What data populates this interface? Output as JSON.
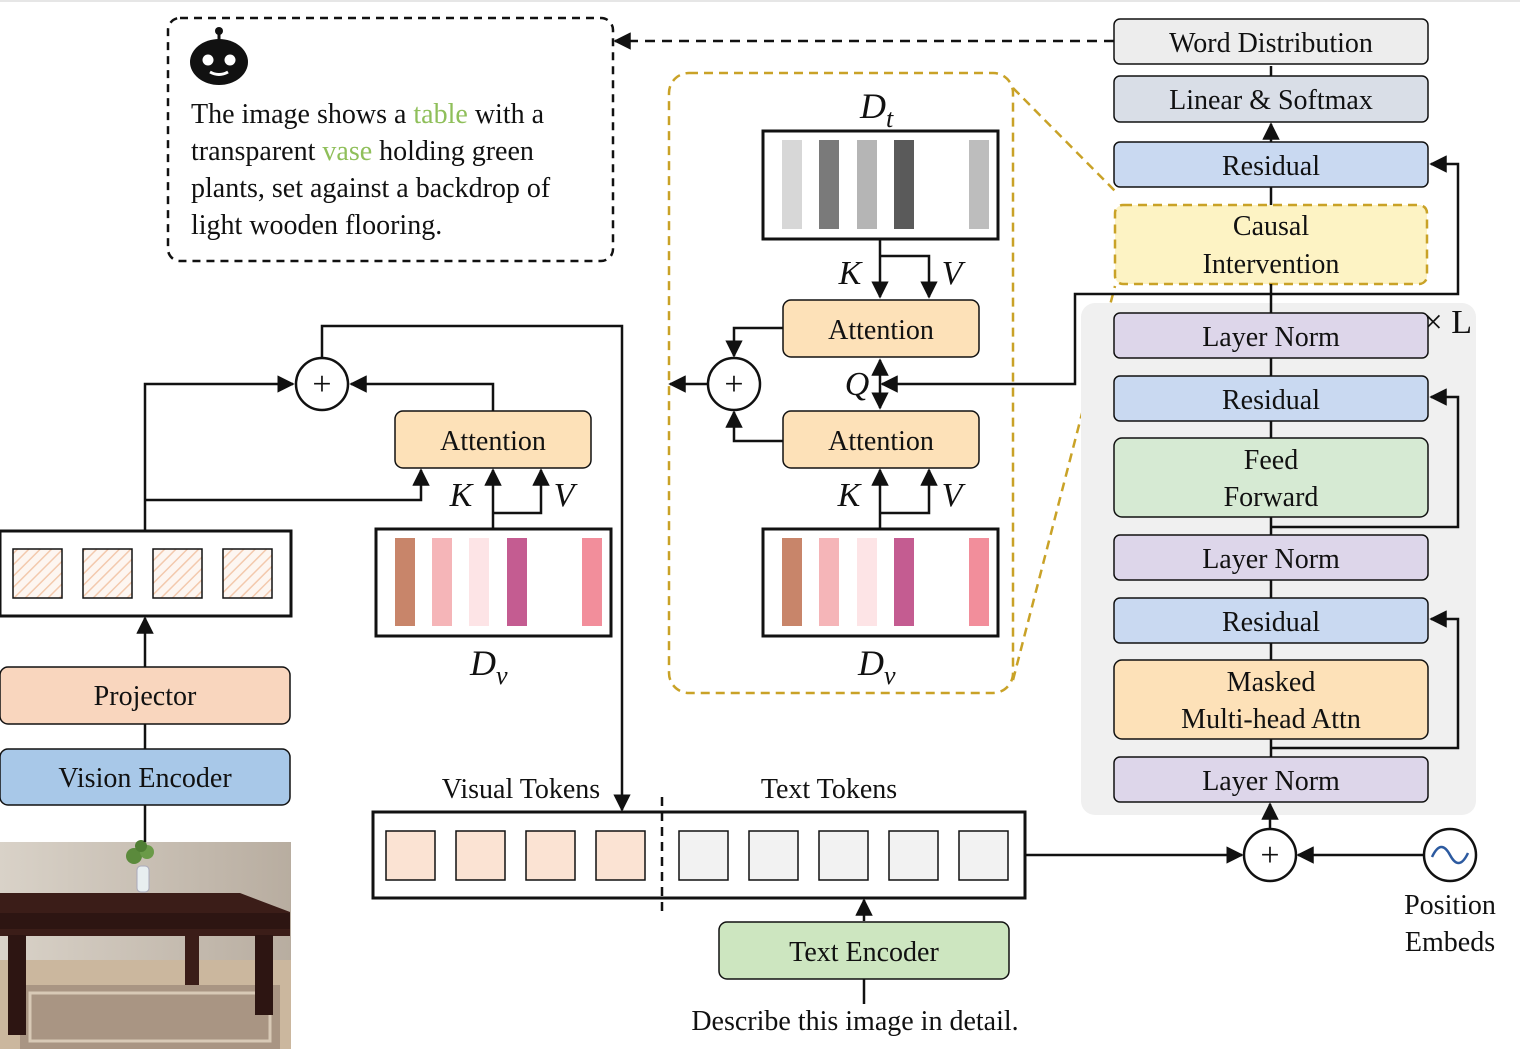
{
  "caption": {
    "line1_a": "The image shows a ",
    "line1_highlight": "table",
    "line1_b": " with a",
    "line2_a": "transparent ",
    "line2_highlight": "vase",
    "line2_b": " holding green",
    "line3": "plants, set against a backdrop of",
    "line4": "light wooden flooring."
  },
  "left": {
    "projector": "Projector",
    "vision_encoder": "Vision Encoder",
    "attention": "Attention",
    "k": "K",
    "v": "V",
    "dv_main": "D",
    "dv_sub": "v",
    "plus": "+"
  },
  "center": {
    "dt_main": "D",
    "dt_sub": "t",
    "attention_top": "Attention",
    "attention_bottom": "Attention",
    "k": "K",
    "v": "V",
    "q": "Q",
    "dv_main": "D",
    "dv_sub": "v",
    "plus": "+"
  },
  "tokens": {
    "visual_label": "Visual Tokens",
    "text_label": "Text Tokens",
    "text_encoder": "Text Encoder",
    "prompt": "Describe this image in detail."
  },
  "decoder": {
    "word_distribution": "Word Distribution",
    "linear_softmax": "Linear & Softmax",
    "residual": "Residual",
    "causal_line1": "Causal",
    "causal_line2": "Intervention",
    "layer_norm": "Layer Norm",
    "feed_line1": "Feed",
    "feed_line2": "Forward",
    "masked_line1": "Masked",
    "masked_line2": "Multi-head Attn",
    "repeat": "× L",
    "plus": "+",
    "position_line1": "Position",
    "position_line2": "Embeds"
  },
  "colors": {
    "highlight": "#8fbf5a",
    "word_dist": "#ededed",
    "linear": "#d9dee7",
    "residual": "#c9d9f1",
    "causal": "#fdf3c4",
    "causal_border": "#c9a227",
    "layer_norm": "#ddd6ea",
    "feed": "#d6ead3",
    "masked": "#fde1b8",
    "projector": "#f9d6be",
    "vision_encoder": "#a8c8e8",
    "attention": "#fde1b8",
    "text_encoder": "#cde6c0",
    "panel": "#f0f0f0"
  },
  "icons": [
    "robot-icon",
    "sine-wave-icon"
  ]
}
